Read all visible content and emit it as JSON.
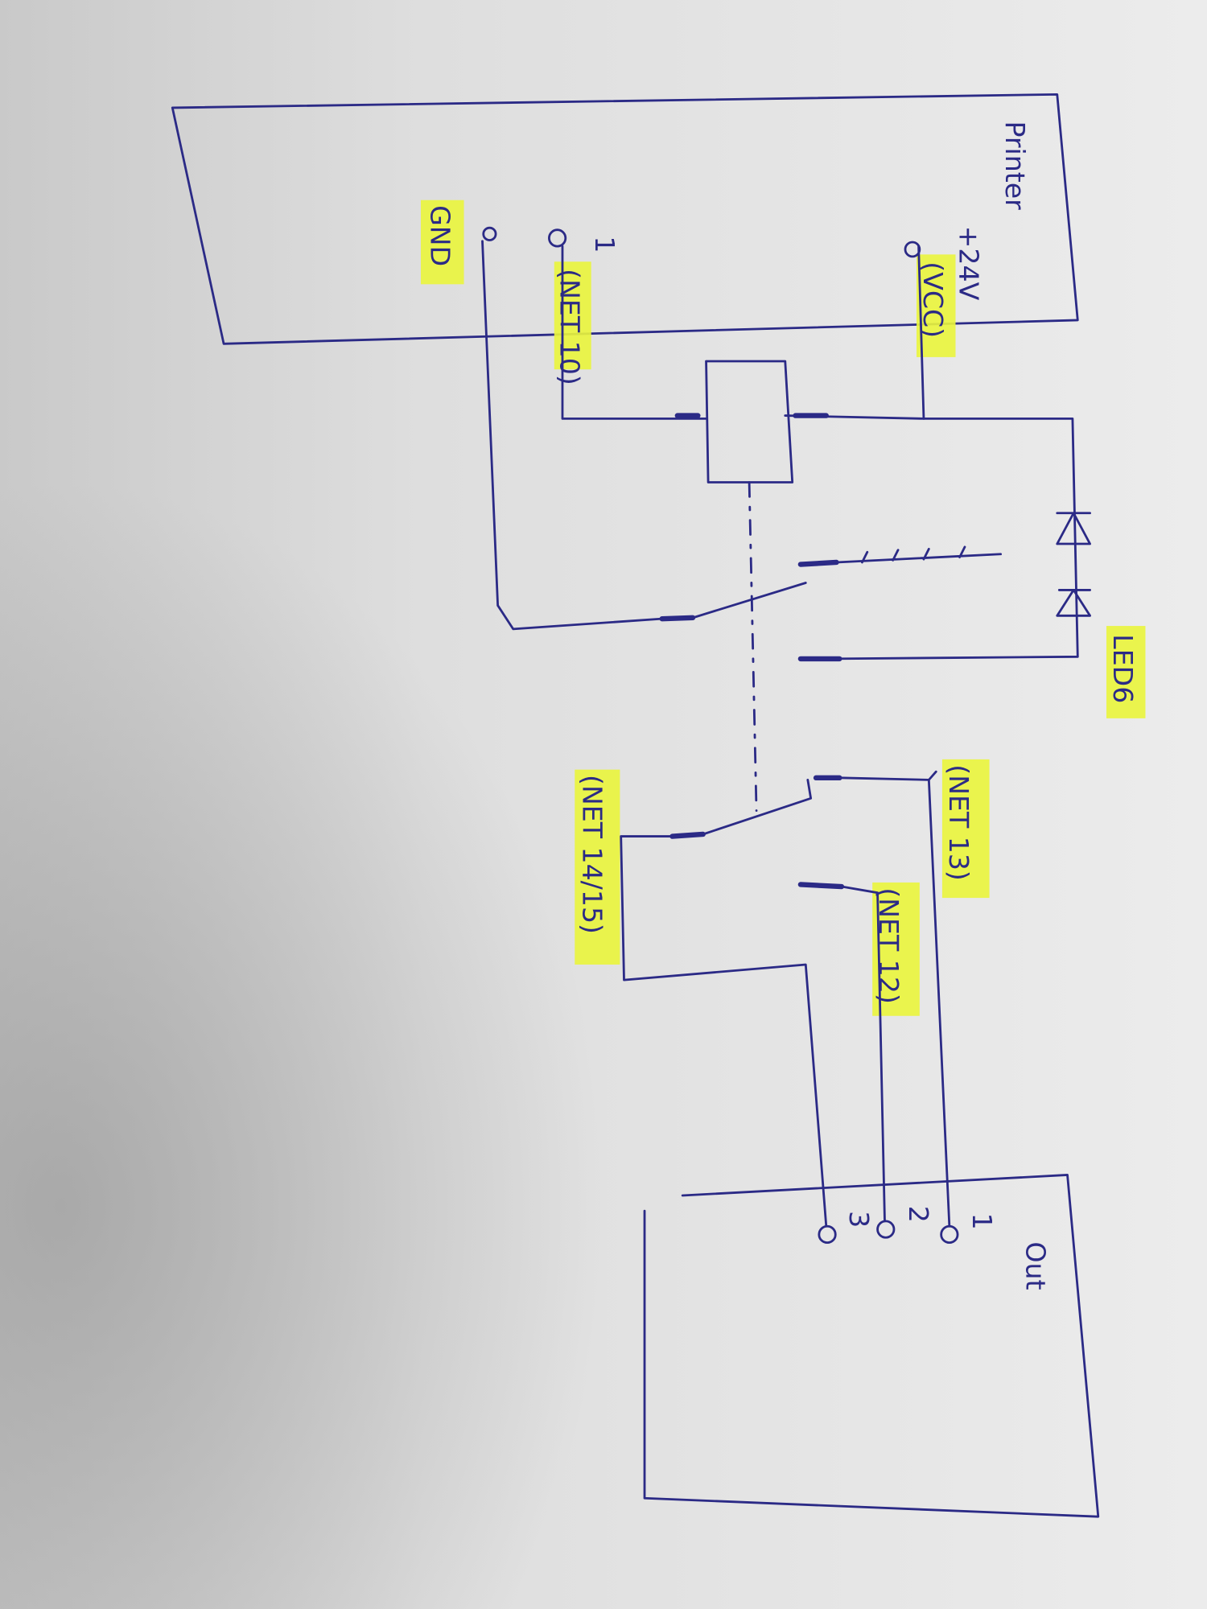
{
  "colors": {
    "ink": "#2b2a86",
    "highlight": "#eaf53c",
    "paper": "#e6e6e6"
  },
  "printer": {
    "title": "Printer",
    "vcc_voltage": "+24V",
    "vcc_net": "(VCC)",
    "pin1_number": "1",
    "pin1_net": "(NET 10)",
    "gnd_label": "GND"
  },
  "led": {
    "label": "LED6"
  },
  "nets": {
    "net13": "(NET 13)",
    "net12": "(NET 12)",
    "net14_15": "(NET 14/15)"
  },
  "out": {
    "title": "Out",
    "pins": [
      "1",
      "2",
      "3"
    ]
  }
}
